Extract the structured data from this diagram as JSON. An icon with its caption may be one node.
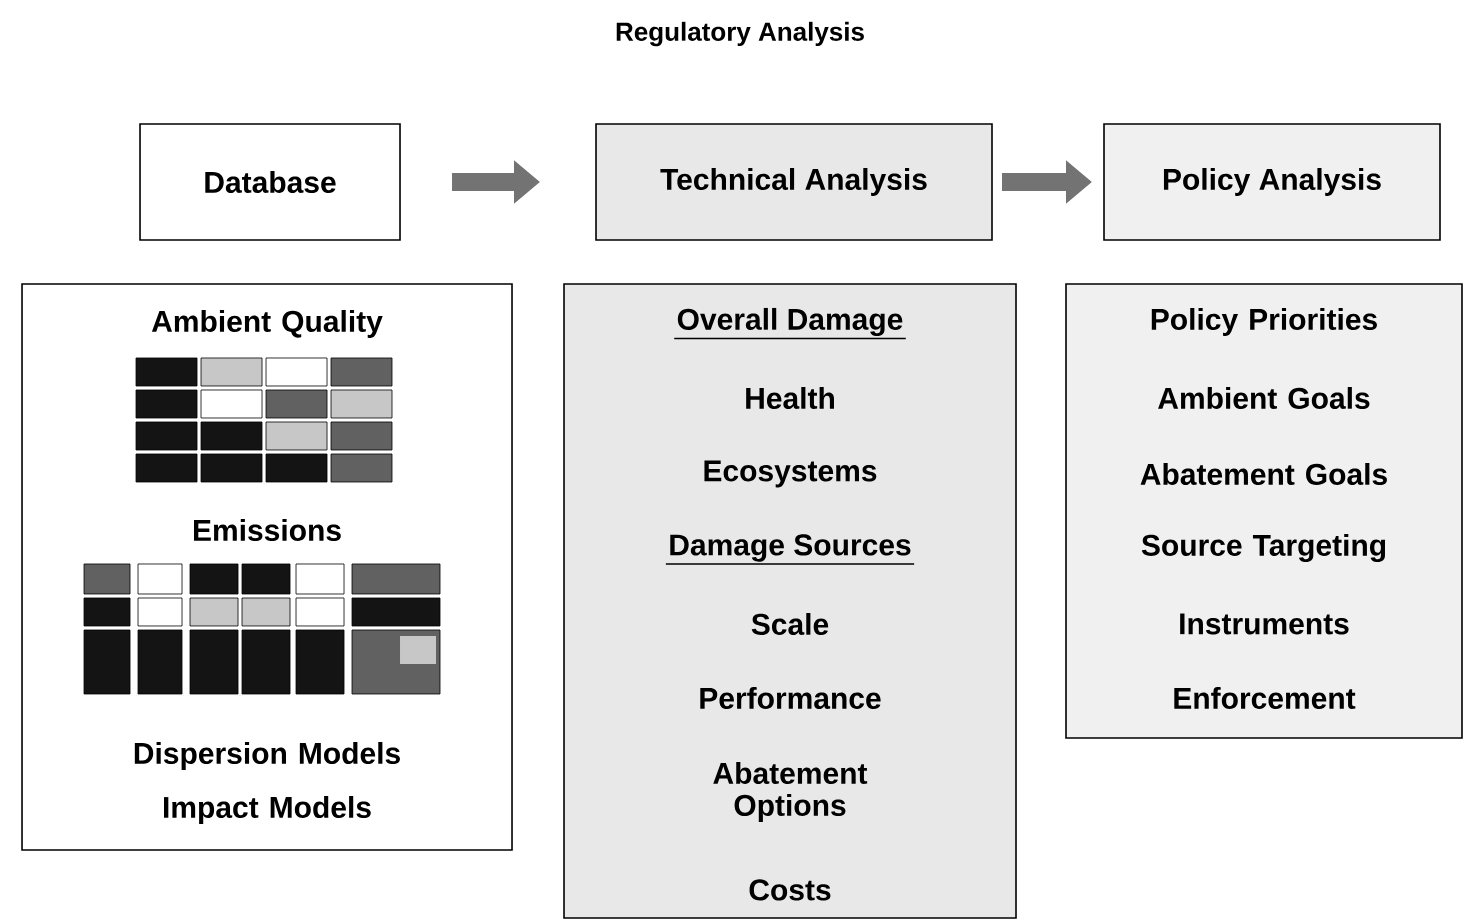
{
  "diagram": {
    "title": "Regulatory Analysis",
    "nodes": [
      {
        "text": [
          "Database"
        ]
      },
      {
        "text": [
          "Technical Analysis"
        ]
      },
      {
        "text": [
          "Policy Analysis"
        ]
      },
      {
        "text": [
          "Ambient Quality",
          "Emissions",
          "Dispersion Models",
          "Impact Models"
        ]
      },
      {
        "text": [
          "Overall Damage",
          "Health",
          "Ecosystems",
          "Damage Sources",
          "Scale",
          "Performance",
          "Abatement Options",
          "Costs"
        ]
      },
      {
        "text": [
          "Policy Priorities",
          "Ambient Goals",
          "Abatement Goals",
          "Source Targeting",
          "Instruments",
          "Enforcement"
        ]
      }
    ],
    "edges": [
      {
        "from": 0,
        "to": 1,
        "arrow": "to"
      },
      {
        "from": 1,
        "to": 2,
        "arrow": "to"
      }
    ]
  }
}
